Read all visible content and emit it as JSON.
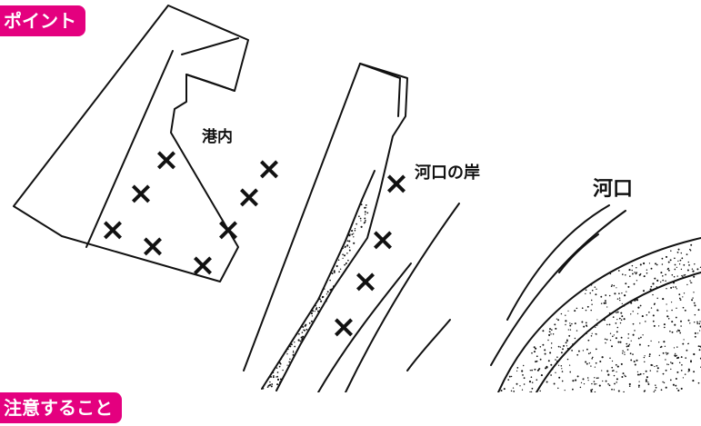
{
  "header": {
    "point_tag": "ポイント",
    "caution_tag": "注意すること"
  },
  "labels": {
    "harbor": "港内",
    "river_bank": "河口の岸",
    "river_mouth": "河口"
  },
  "marks": {
    "symbol": "×"
  },
  "icons": {
    "spot": "cross-mark-icon",
    "sand": "sand-stipple-icon"
  },
  "colors": {
    "accent": "#e4007f",
    "ink": "#111111",
    "background": "#ffffff"
  }
}
